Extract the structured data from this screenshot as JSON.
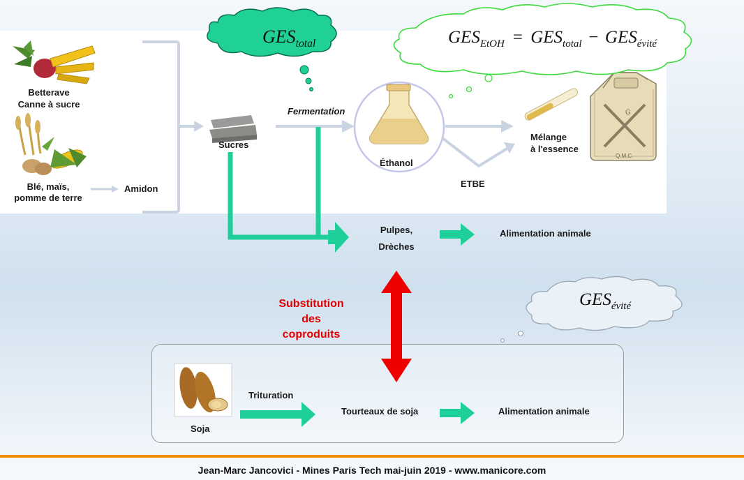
{
  "formulas": {
    "ges_total": {
      "base": "GES",
      "sub": "total"
    },
    "ges_etoh": {
      "lhs_base": "GES",
      "lhs_sub": "EtOH",
      "eq": "=",
      "t1_base": "GES",
      "t1_sub": "total",
      "minus": "−",
      "t2_base": "GES",
      "t2_sub": "évité"
    },
    "ges_evite": {
      "base": "GES",
      "sub": "évité"
    }
  },
  "labels": {
    "betterave": "Betterave",
    "canne": "Canne à sucre",
    "ble": "Blé, maïs,",
    "pomme": "pomme de terre",
    "amidon": "Amidon",
    "sucres": "Sucres",
    "fermentation": "Fermentation",
    "ethanol": "Éthanol",
    "melange_1": "Mélange",
    "melange_2": "à l'essence",
    "etbe": "ETBE",
    "pulpes": "Pulpes,",
    "dreches": "Drèches",
    "alim_1": "Alimentation animale",
    "substitution": [
      "Substitution",
      "des",
      "coproduits"
    ],
    "trituration": "Trituration",
    "tourteaux": "Tourteaux de soja",
    "alim_2": "Alimentation animale",
    "soja": "Soja"
  },
  "colors": {
    "green_arrow": "#1fcf9a",
    "grey_arrow": "#c9d3e3",
    "red_arrow": "#ee0000",
    "cloud_green": "#1fd195",
    "cloud_light": "#9ef58a",
    "orange_line": "#f08c00"
  },
  "footer": "Jean-Marc Jancovici - Mines Paris Tech mai-juin 2019 - www.manicore.com"
}
